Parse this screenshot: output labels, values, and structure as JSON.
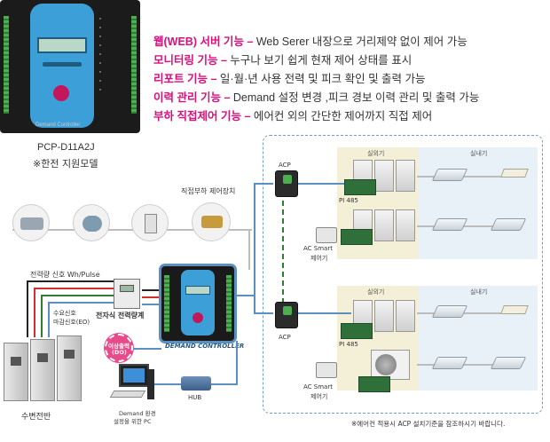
{
  "controller": {
    "model": "PCP-D11A2J",
    "note": "※한전 지원모델",
    "device_label": "Demand Controller"
  },
  "features": [
    {
      "title": "웹(WEB) 서버 기능",
      "desc": "Web Serer 내장으로 거리제약 없이 제어 가능"
    },
    {
      "title": "모니터링 기능",
      "desc": "누구나 보기 쉽게 현재 제어 상태를 표시"
    },
    {
      "title": "리포트 기능",
      "desc": "일·월·년 사용 전력 및 피크 확인 및 출력 가능"
    },
    {
      "title": "이력 관리 기능",
      "desc": "Demand 설정 변경 ,피크 경보 이력 관리 및 출력 가능"
    },
    {
      "title": "부하 직접제어 기능",
      "desc": "에어컨 외의 간단한 제어까지 직접 제어"
    }
  ],
  "left": {
    "direct_load_label": "직접부하 제어장치",
    "power_signal": "전력량 신호 Wh/Pulse",
    "demand_signal_l1": "수요신호",
    "demand_signal_l2": "마감신호(EO)",
    "meter_label": "전자식 전력량계",
    "alarm_l1": "이상출력",
    "alarm_l2": "(DO)",
    "switchboard": "수변전반",
    "pc_l1": "Demand 환경",
    "pc_l2": "설정을 위한 PC",
    "hub": "HUB",
    "brand": "DEMAND CONTROLLER"
  },
  "right": {
    "outdoor": "실외기",
    "indoor": "실내기",
    "acp": "ACP",
    "pi485": "PI 485",
    "smart_l1": "AC Smart",
    "smart_l2": "제어기",
    "footnote": "※에어컨 적용시 ACP 설치기준을 참조하시기 바랍니다."
  },
  "colors": {
    "accent_pink": "#d6117a",
    "line_blue": "#5a8fbf",
    "device_blue": "#3d9fd8",
    "alarm_pink": "#e84a8a"
  }
}
